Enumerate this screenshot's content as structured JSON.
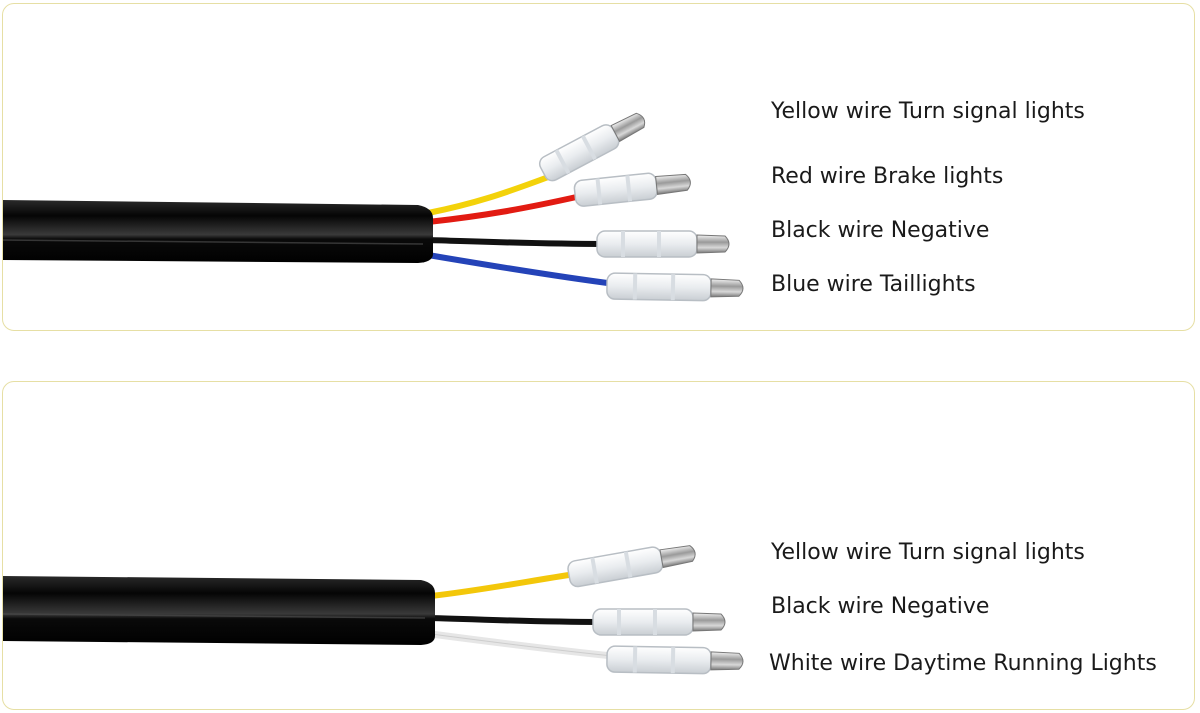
{
  "panels": [
    {
      "wires": [
        {
          "label": "Yellow wire Turn signal lights",
          "color": "#f3d20a"
        },
        {
          "label": "Red wire Brake lights",
          "color": "#e21b12"
        },
        {
          "label": "Black wire Negative",
          "color": "#111111"
        },
        {
          "label": "Blue wire Taillights",
          "color": "#2443b8"
        }
      ]
    },
    {
      "wires": [
        {
          "label": "Yellow wire Turn signal lights",
          "color": "#f3c70a"
        },
        {
          "label": "Black wire Negative",
          "color": "#111111"
        },
        {
          "label": "White wire Daytime Running Lights",
          "color": "#e8e8e8"
        }
      ]
    }
  ],
  "colors": {
    "panel_border": "#e6dfa4",
    "cable": "#0b0b0b"
  },
  "icons": [
    "bullet-connector"
  ]
}
